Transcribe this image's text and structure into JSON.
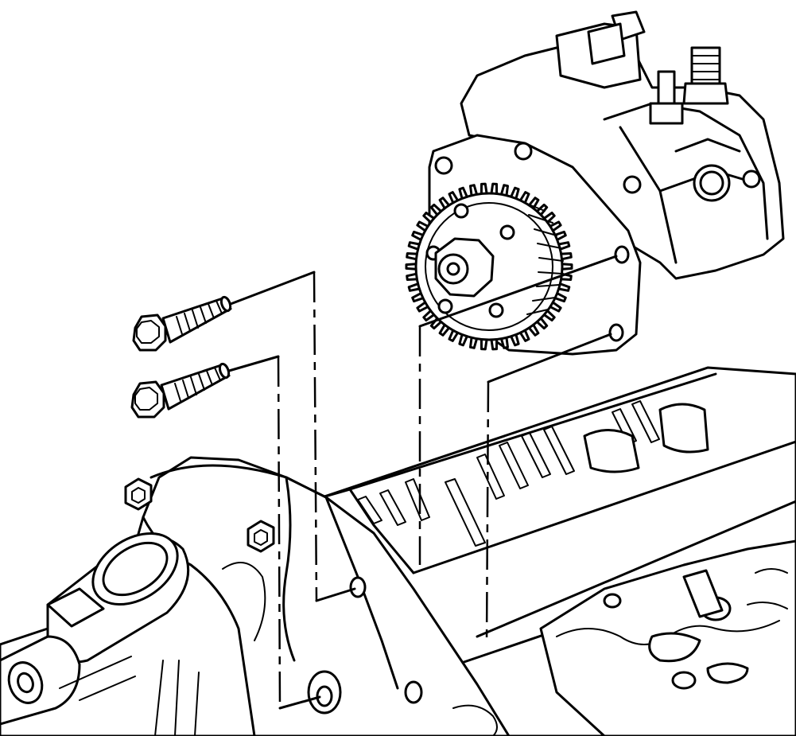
{
  "diagram": {
    "kind": "line-art",
    "ink_color": "#000000",
    "paper_color": "#ffffff",
    "components": [
      "fuel-injection-pump",
      "pump-drive-gear",
      "gear-retaining-nut",
      "mounting-bolt-upper",
      "mounting-bolt-lower",
      "pump-mounting-flange",
      "engine-front-cover",
      "cylinder-block",
      "cylinder-head"
    ],
    "gear_teeth": 46
  }
}
